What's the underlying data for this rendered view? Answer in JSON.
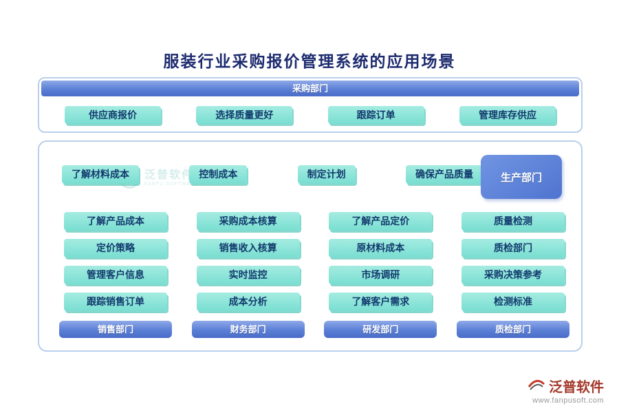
{
  "title": "服装行业采购报价管理系统的应用场景",
  "procurement": {
    "header": "采购部门",
    "items": [
      "供应商报价",
      "选择质量更好",
      "跟踪订单",
      "管理库存供应"
    ]
  },
  "production": {
    "items": [
      "了解材料成本",
      "控制成本",
      "制定计划",
      "确保产品质量"
    ],
    "label": "生产部门"
  },
  "departments": [
    {
      "name": "销售部门",
      "items": [
        "了解产品成本",
        "定价策略",
        "管理客户信息",
        "跟踪销售订单"
      ]
    },
    {
      "name": "财务部门",
      "items": [
        "采购成本核算",
        "销售收入核算",
        "实时监控",
        "成本分析"
      ]
    },
    {
      "name": "研发部门",
      "items": [
        "了解产品定价",
        "原材料成本",
        "市场调研",
        "了解客户需求"
      ]
    },
    {
      "name": "质检部门",
      "items": [
        "质量检测",
        "质检部门",
        "采购决策参考",
        "检测标准"
      ]
    }
  ],
  "watermark": {
    "text": "泛普软件",
    "subtext": "FANPU SOFTWARE"
  },
  "brand": {
    "name": "泛普软件",
    "url": "www.fanpusoft.com"
  },
  "colors": {
    "accent_teal": "#79ded1",
    "accent_blue": "#5b7fd6",
    "title_navy": "#1c2a6e",
    "brand_red": "#a4392b"
  }
}
